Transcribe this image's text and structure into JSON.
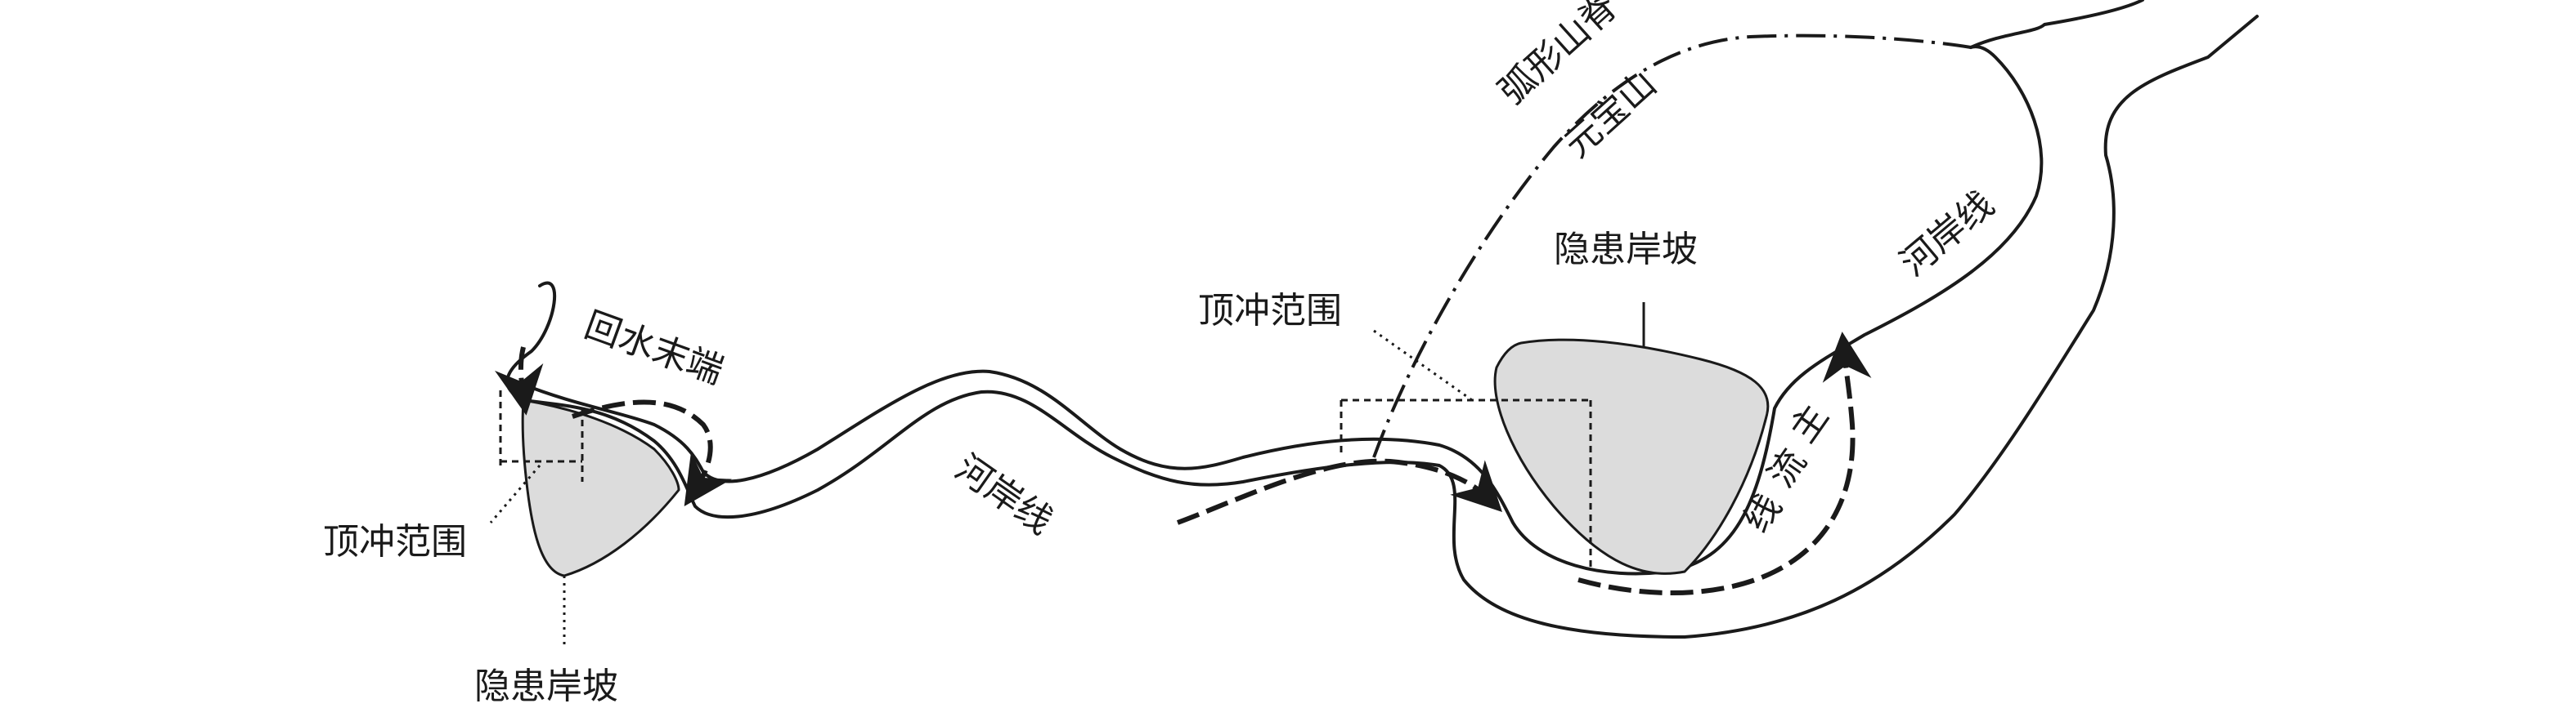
{
  "labels": {
    "arc_ridge": "弧形山脊",
    "yuanbao_mountain": "元宝山",
    "riverbank_upper": "河岸线",
    "riverbank_middle": "河岸线",
    "backwater_end": "回水末端",
    "impact_range_left": "顶冲范围",
    "impact_range_right": "顶冲范围",
    "hazard_slope_left": "隐患岸坡",
    "hazard_slope_right": "隐患岸坡",
    "main_flow_char1": "主",
    "main_flow_char2": "流",
    "main_flow_char3": "线"
  },
  "colors": {
    "line": "#1a1a1a",
    "hazard_fill": "#dcdcdc",
    "background": "#ffffff"
  }
}
